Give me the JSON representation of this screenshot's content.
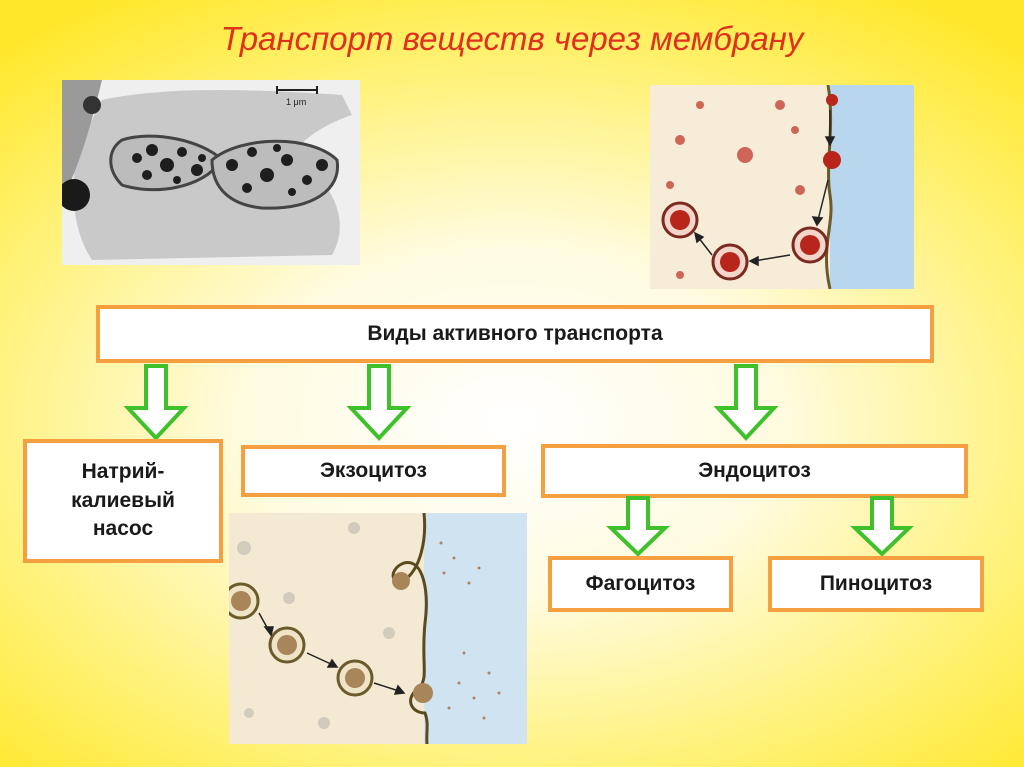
{
  "title": "Транспорт веществ через мембрану",
  "scale_bar_label": "1 μm",
  "root": {
    "label": "Виды активного транспорта"
  },
  "types": {
    "sodium_pump": {
      "line1": "Натрий-",
      "line2": "калиевый",
      "line3": "насос"
    },
    "exocytosis": "Экзоцитоз",
    "endocytosis": "Эндоцитоз"
  },
  "endocytosis_subtypes": {
    "phagocytosis": "Фагоцитоз",
    "pinocytosis": "Пиноцитоз"
  },
  "colors": {
    "title": "#e0301e",
    "box_border": "#f5a040",
    "arrow": "#3fc12c"
  }
}
